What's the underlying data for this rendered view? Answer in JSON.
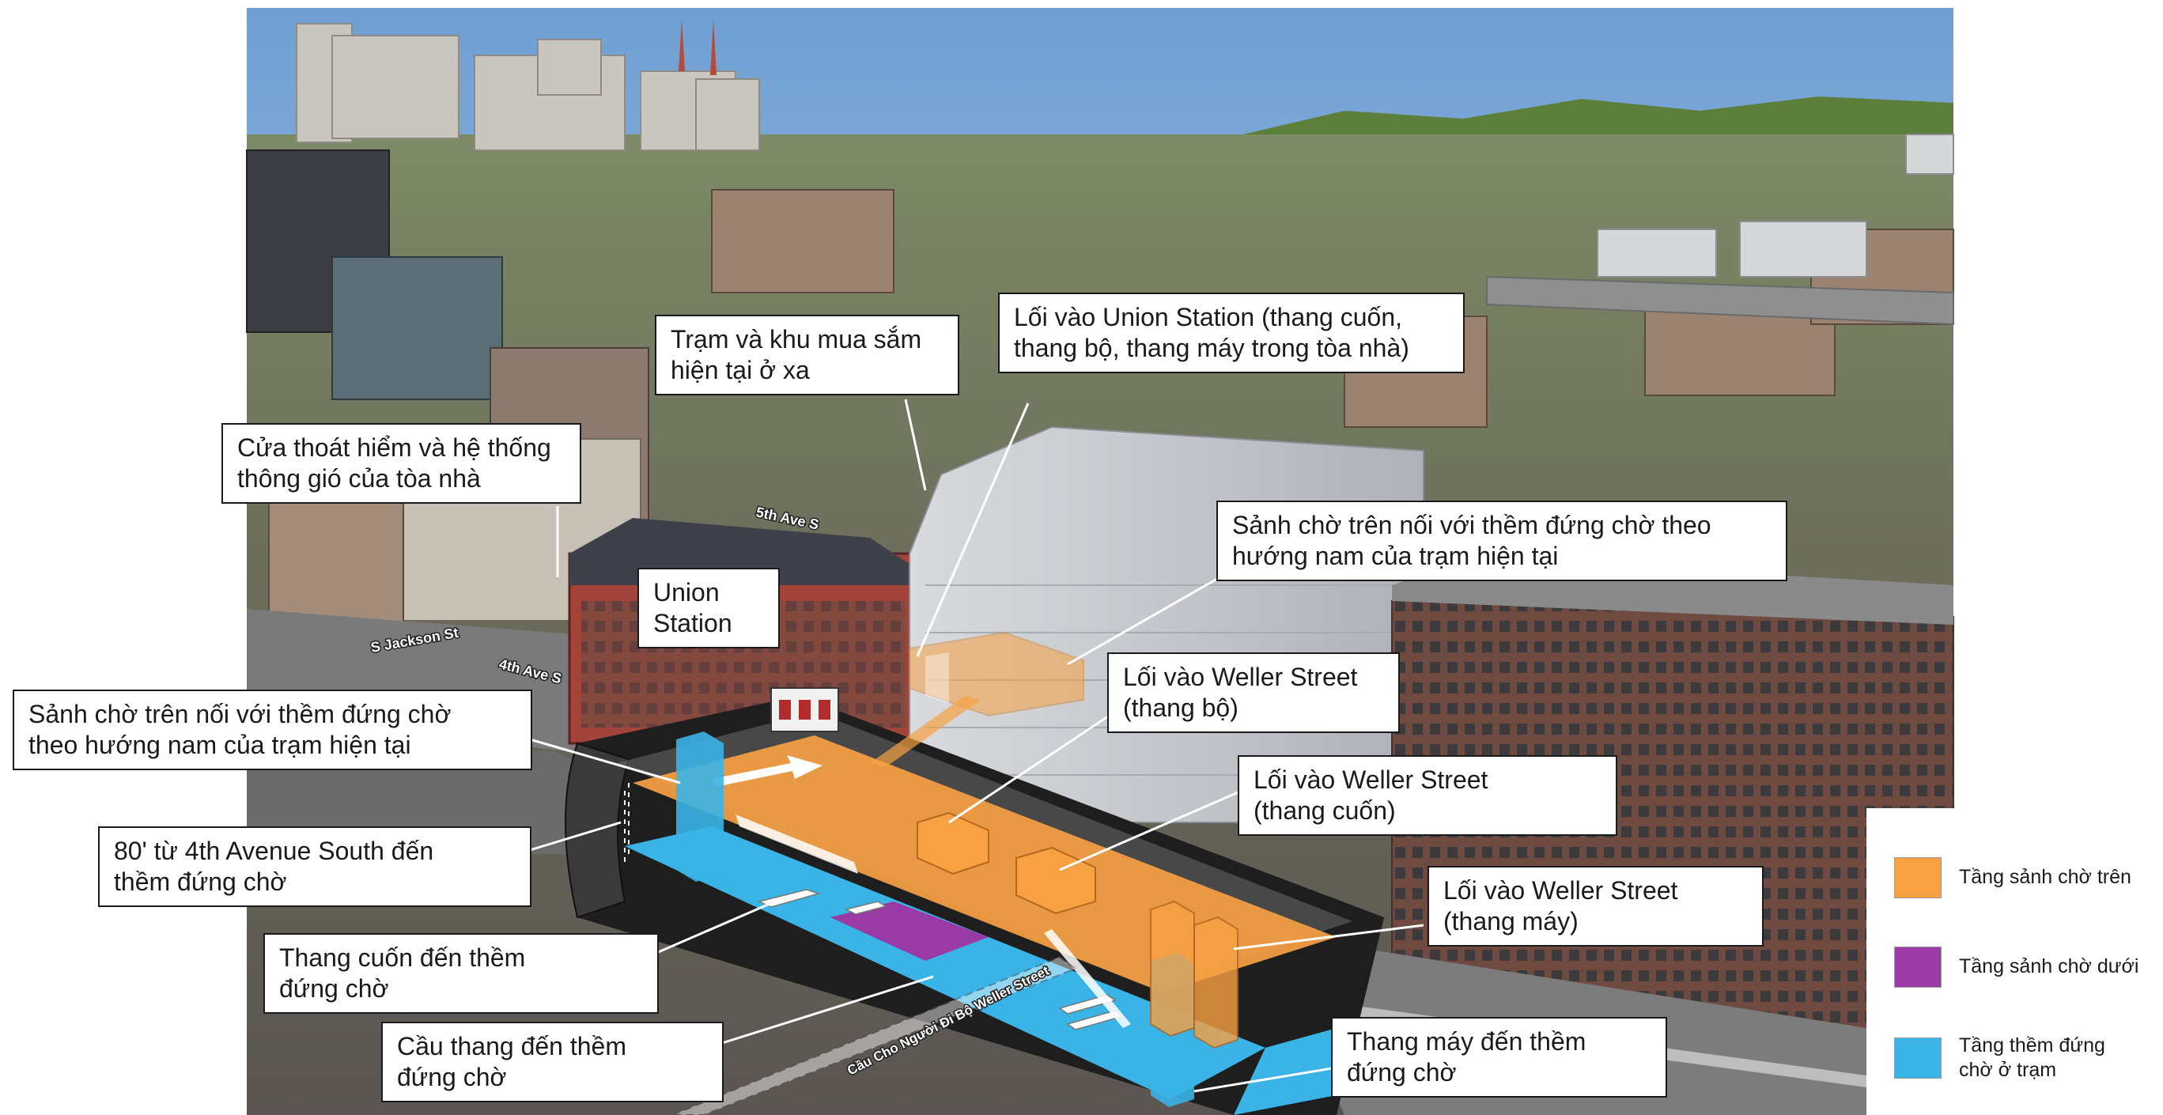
{
  "colors": {
    "upper_mezzanine": "#f7a143",
    "lower_mezzanine": "#9a3aa5",
    "station_platform": "#3ab4e6",
    "sky": "#8fb7de",
    "hills": "#5d7f3c"
  },
  "street_labels": {
    "fifth_ave": "5th Ave S",
    "jackson": "S Jackson St",
    "fourth_ave": "4th Ave S",
    "bridge": "Cầu Cho Người Đi Bộ Weller Street"
  },
  "callouts": {
    "union_station_entrance": [
      "Lối vào Union Station (thang cuốn,",
      "thang bộ, thang máy trong tòa nhà)"
    ],
    "existing_station": [
      "Trạm và khu mua sắm",
      "hiện tại ở xa"
    ],
    "emergency_exit": [
      "Cửa thoát hiểm và hệ thống",
      "thông gió của tòa nhà"
    ],
    "union_station": [
      "Union",
      "Station"
    ],
    "mezzanine_right": [
      "Sảnh chờ trên nối với thềm đứng chờ theo",
      "hướng nam của trạm hiện tại"
    ],
    "mezzanine_left": [
      "Sảnh chờ trên nối với thềm đứng chờ",
      "theo hướng nam của trạm hiện tại"
    ],
    "weller_stairs": [
      "Lối vào Weller Street",
      "(thang bộ)"
    ],
    "weller_escalator": [
      "Lối vào Weller Street",
      "(thang cuốn)"
    ],
    "depth": [
      "80' từ 4th Avenue South đến",
      "thềm đứng chờ"
    ],
    "weller_elevator": [
      "Lối vào Weller Street",
      "(thang máy)"
    ],
    "escalators_platform": [
      "Thang cuốn đến thềm",
      "đứng chờ"
    ],
    "bridge_stairs": [
      "Cầu thang đến thềm",
      "đứng chờ"
    ],
    "elevators_platform": [
      "Thang máy đến thềm",
      "đứng chờ"
    ]
  },
  "legend": [
    {
      "label": [
        "Tầng sảnh chờ trên"
      ],
      "color": "#f7a143"
    },
    {
      "label": [
        "Tầng sảnh chờ dưới"
      ],
      "color": "#9a3aa5"
    },
    {
      "label": [
        "Tầng thềm đứng",
        "chờ ở trạm"
      ],
      "color": "#3ab4e6"
    }
  ]
}
